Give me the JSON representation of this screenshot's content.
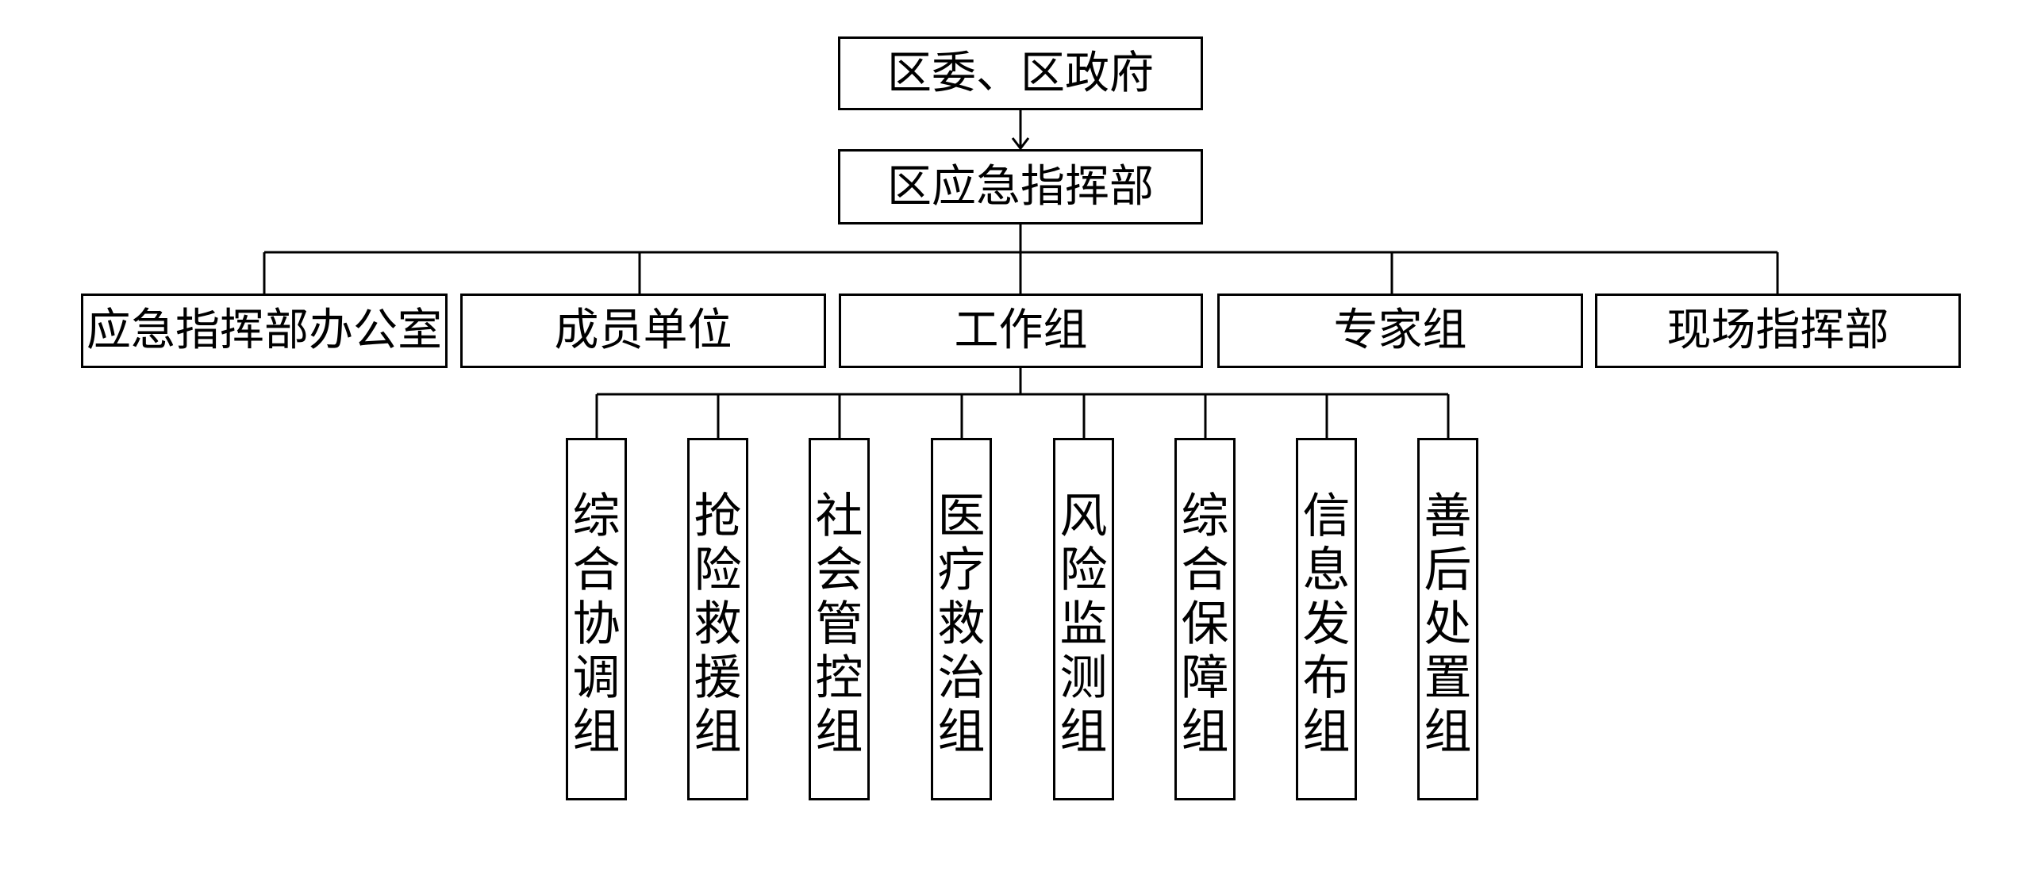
{
  "nodes": {
    "top": "区委、区政府",
    "command": "区应急指挥部",
    "level2": [
      "应急指挥部办公室",
      "成员单位",
      "工作组",
      "专家组",
      "现场指挥部"
    ],
    "groups": [
      "综合协调组",
      "抢险救援组",
      "社会管控组",
      "医疗救治组",
      "风险监测组",
      "综合保障组",
      "信息发布组",
      "善后处置组"
    ]
  }
}
